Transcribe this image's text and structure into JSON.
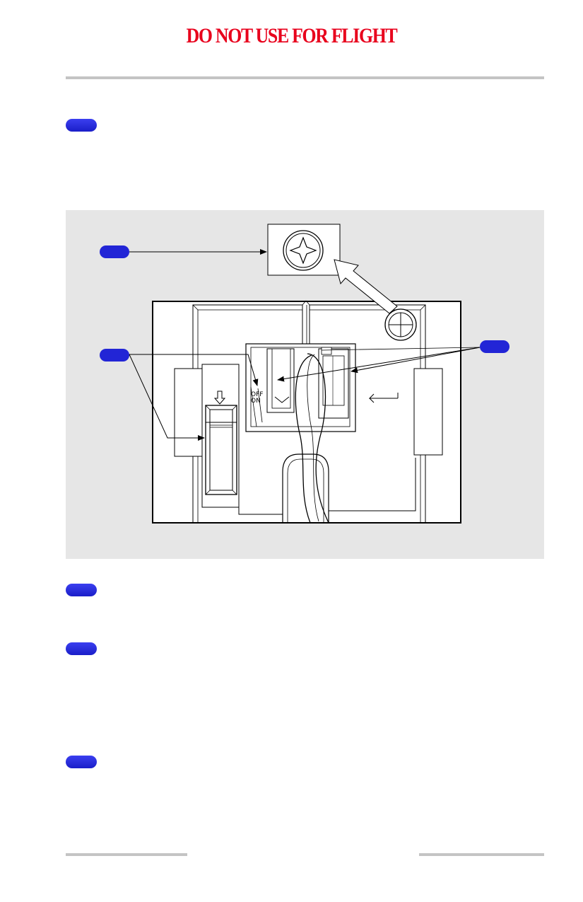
{
  "header": {
    "banner_text": "DO NOT USE FOR FLIGHT",
    "banner_color": "#e8001c"
  },
  "step_marker_color": "#1f24d8",
  "figure": {
    "switch_labels": {
      "off": "OFF",
      "on": "ON"
    }
  }
}
